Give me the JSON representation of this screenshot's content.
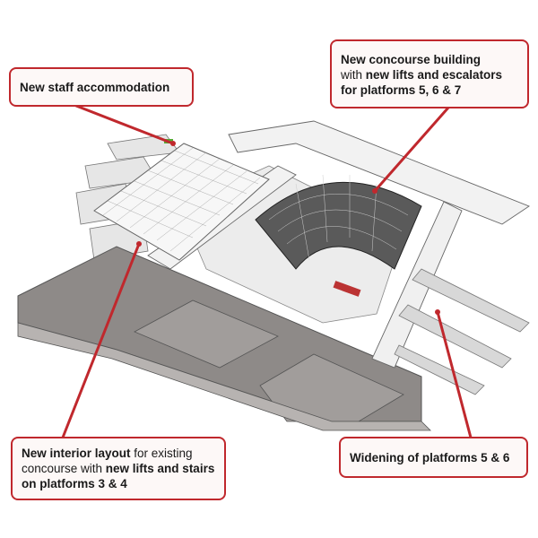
{
  "colors": {
    "accent": "#c0282d",
    "roof": "#8e8a88",
    "structure": "#d9d9d9"
  },
  "callouts": {
    "staff": {
      "bold1": "New staff accommodation"
    },
    "concourse": {
      "bold1": "New concourse building",
      "regular1": "with ",
      "bold2": "new lifts and escalators for platforms 5, 6 & 7"
    },
    "interior": {
      "bold1": "New interior layout",
      "regular1": " for existing concourse with ",
      "bold2": "new lifts and stairs on platforms 3 & 4"
    },
    "widening": {
      "bold1": "Widening of platforms 5 & 6"
    }
  }
}
